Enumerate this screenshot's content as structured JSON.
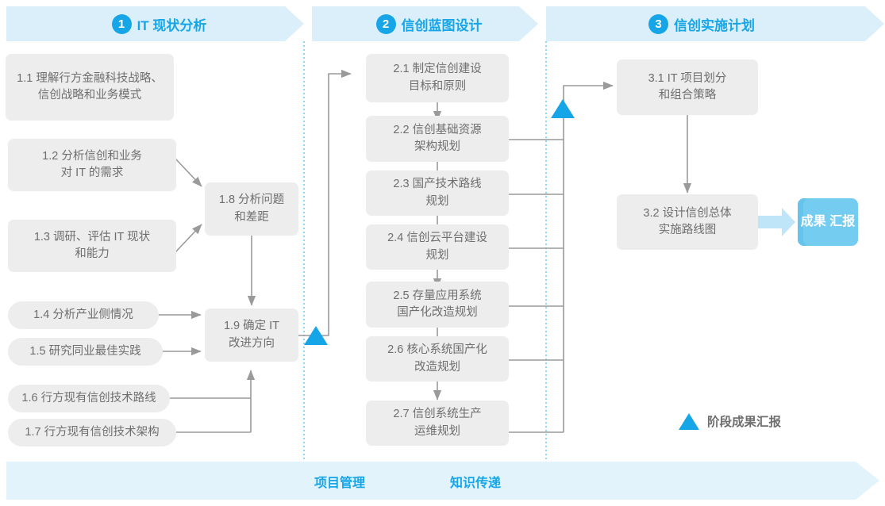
{
  "phases": [
    {
      "num": "1",
      "label": "IT 现状分析"
    },
    {
      "num": "2",
      "label": "信创蓝图设计"
    },
    {
      "num": "3",
      "label": "信创实施计划"
    }
  ],
  "stage1": [
    {
      "id": "1.1",
      "line1": "1.1 理解行方金融科技战略、",
      "line2": "信创战略和业务模式"
    },
    {
      "id": "1.2",
      "line1": "1.2 分析信创和业务",
      "line2": "对 IT 的需求"
    },
    {
      "id": "1.3",
      "line1": "1.3 调研、评估 IT 现状",
      "line2": "和能力"
    },
    {
      "id": "1.4",
      "line1": "1.4 分析产业侧情况",
      "line2": ""
    },
    {
      "id": "1.5",
      "line1": "1.5 研究同业最佳实践",
      "line2": ""
    },
    {
      "id": "1.6",
      "line1": "1.6 行方现有信创技术路线",
      "line2": ""
    },
    {
      "id": "1.7",
      "line1": "1.7 行方现有信创技术架构",
      "line2": ""
    },
    {
      "id": "1.8",
      "line1": "1.8 分析问题",
      "line2": "和差距"
    },
    {
      "id": "1.9",
      "line1": "1.9 确定 IT",
      "line2": "改进方向"
    }
  ],
  "stage2": [
    {
      "id": "2.1",
      "line1": "2.1 制定信创建设",
      "line2": "目标和原则"
    },
    {
      "id": "2.2",
      "line1": "2.2 信创基础资源",
      "line2": "架构规划"
    },
    {
      "id": "2.3",
      "line1": "2.3 国产技术路线",
      "line2": "规划"
    },
    {
      "id": "2.4",
      "line1": "2.4 信创云平台建设",
      "line2": "规划"
    },
    {
      "id": "2.5",
      "line1": "2.5 存量应用系统",
      "line2": "国产化改造规划"
    },
    {
      "id": "2.6",
      "line1": "2.6 核心系统国产化",
      "line2": "改造规划"
    },
    {
      "id": "2.7",
      "line1": "2.7 信创系统生产",
      "line2": "运维规划"
    }
  ],
  "stage3": [
    {
      "id": "3.1",
      "line1": "3.1 IT 项目划分",
      "line2": "和组合策略"
    },
    {
      "id": "3.2",
      "line1": "3.2 设计信创总体",
      "line2": "实施路线图"
    }
  ],
  "result": {
    "line1": "成果",
    "line2": "汇报"
  },
  "legend": {
    "icon": "triangle-icon",
    "label": "阶段成果汇报"
  },
  "bottom": {
    "left_label": "项目管理",
    "right_label": "知识传递"
  },
  "colors": {
    "accent": "#16A6E8",
    "banner": "#DBEFFA",
    "bottom_banner": "#E2F3FB",
    "box": "#EDEDED",
    "box_text": "#6E6E6E",
    "result_box": "#74CCF0",
    "wire": "#9A9A9A",
    "divider": "#5BC6F0"
  }
}
